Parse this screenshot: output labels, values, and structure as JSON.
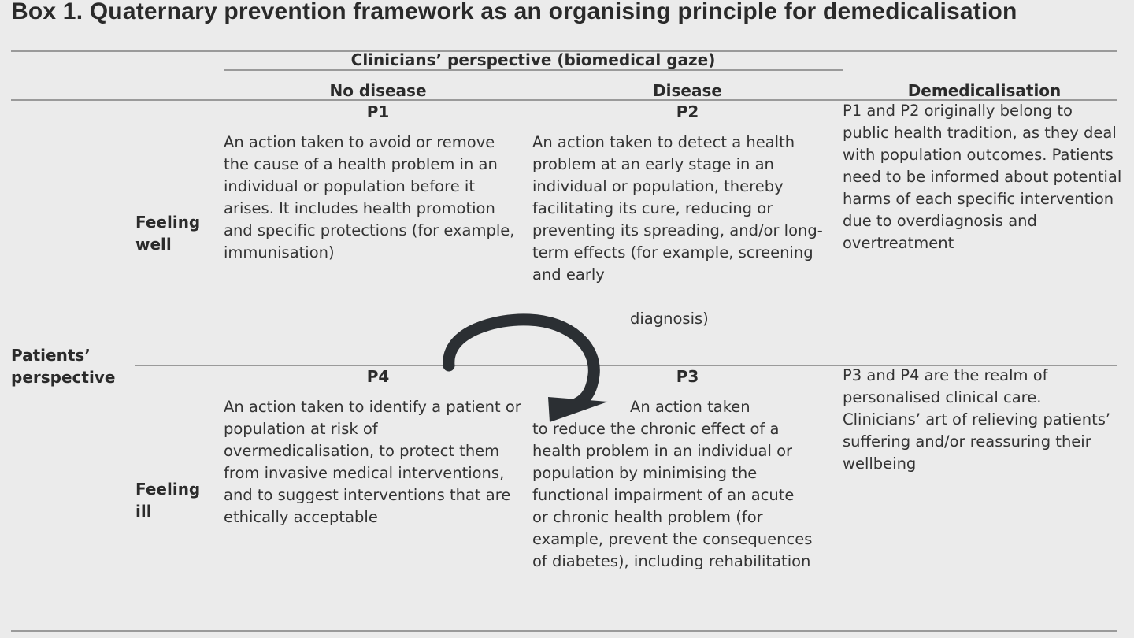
{
  "box": {
    "title": "Box 1. Quaternary prevention framework as an organising principle for demedicalisation"
  },
  "headers": {
    "clinicians": "Clinicians’ perspective (biomedical gaze)",
    "no_disease": "No disease",
    "disease": "Disease",
    "demedicalisation": "Demedicalisation",
    "patients_line1": "Patients’",
    "patients_line2": "perspective",
    "feeling_well_line1": "Feeling",
    "feeling_well_line2": "well",
    "feeling_ill_line1": "Feeling",
    "feeling_ill_line2": "ill"
  },
  "cells": {
    "p1_label": "P1",
    "p1_text": "An action taken to avoid or remove the cause of a health problem in an individual or population before it arises. It includes health promotion and specific protections (for example, immunisation)",
    "p2_label": "P2",
    "p2_text": "An action taken to detect a health problem at an early stage in an individual or population, thereby facilitating its cure, reducing or preventing its spreading, and/or long-term effects (for example, screening and early",
    "p2_text_end": "diagnosis)",
    "demed_well": "P1 and P2 originally belong to public health tradition, as they deal with population outcomes. Patients need to be informed about potential harms of each specific intervention due to overdiagnosis and overtreatment",
    "p4_label": "P4",
    "p4_text": "An action taken to identify a patient or population at risk of overmedicalisation, to protect them from invasive medical interventions, and to suggest interventions that are ethically acceptable",
    "p3_label": "P3",
    "p3_text_start": "An action taken",
    "p3_text": "to reduce the chronic effect of a health problem in an individual or population by minimising the functional impairment of an acute or chronic health problem (for example, prevent the consequences of diabetes), including rehabilitation",
    "demed_ill": "P3 and P4 are the realm of personalised clinical care. Clinicians’ art of relieving patients’ suffering and/or reassuring their wellbeing"
  },
  "icons": {
    "cycle": "circular-arrow-icon"
  },
  "colors": {
    "background": "#ebebeb",
    "text": "#333333",
    "rule": "#9a9a9a",
    "arrow": "#2b2f33"
  }
}
